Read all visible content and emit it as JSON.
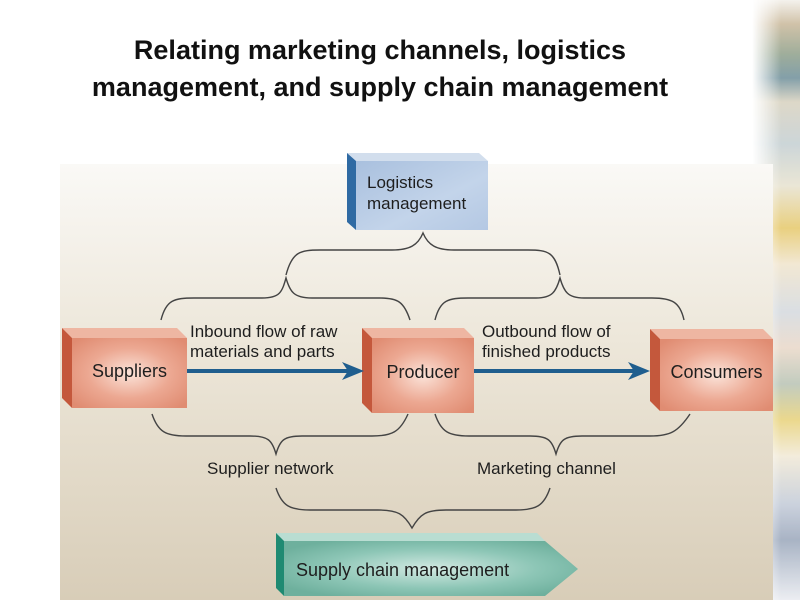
{
  "slide": {
    "title_line1": "Relating marketing channels, logistics",
    "title_line2": "management, and supply chain management"
  },
  "diagram": {
    "logistics_box": {
      "line1": "Logistics",
      "line2": "management"
    },
    "nodes": {
      "suppliers": "Suppliers",
      "producer": "Producer",
      "consumers": "Consumers"
    },
    "flows": {
      "inbound": {
        "line1": "Inbound flow of raw",
        "line2": "materials and parts"
      },
      "outbound": {
        "line1": "Outbound flow of",
        "line2": "finished products"
      }
    },
    "groupings": {
      "supplier_network": "Supplier network",
      "marketing_channel": "Marketing channel"
    },
    "supply_chain_arrow": "Supply chain management",
    "colors": {
      "node_fill": "#e89a80",
      "logistics_fill": "#b9cde6",
      "scm_fill": "#7dbcaa",
      "flow_arrow": "#1f5e8e"
    }
  }
}
